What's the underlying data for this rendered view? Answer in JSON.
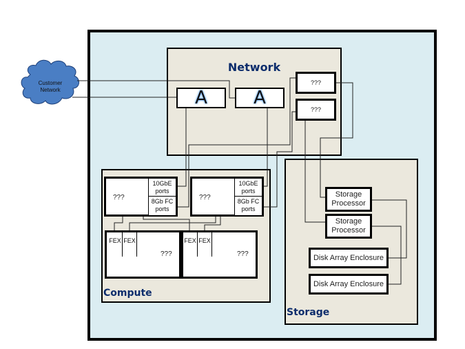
{
  "cloud": {
    "label_line1": "Customer",
    "label_line2": "Network",
    "color": "#4a7ec4"
  },
  "network": {
    "title": "Network",
    "switches": [
      {
        "label": "A"
      },
      {
        "label": "A"
      }
    ],
    "unknown_devices": [
      {
        "label": "???"
      },
      {
        "label": "???"
      }
    ]
  },
  "compute": {
    "title": "Compute",
    "servers": [
      {
        "label": "???",
        "port_top_line1": "10GbE",
        "port_top_line2": "ports",
        "port_bot_line1": "8Gb FC",
        "port_bot_line2": "ports"
      },
      {
        "label": "???",
        "port_top_line1": "10GbE",
        "port_top_line2": "ports",
        "port_bot_line1": "8Gb FC",
        "port_bot_line2": "ports"
      }
    ],
    "chassis": [
      {
        "label": "???",
        "fex": [
          "FEX",
          "FEX"
        ]
      },
      {
        "label": "???",
        "fex": [
          "FEX",
          "FEX"
        ]
      }
    ]
  },
  "storage": {
    "title": "Storage",
    "processors": [
      {
        "line1": "Storage",
        "line2": "Processor"
      },
      {
        "line1": "Storage",
        "line2": "Processor"
      }
    ],
    "enclosures": [
      {
        "label": "Disk Array Enclosure"
      },
      {
        "label": "Disk Array Enclosure"
      }
    ]
  },
  "colors": {
    "outer_bg": "#dbedf2",
    "panel_bg": "#ebe8dd",
    "title": "#0d2d6c"
  }
}
